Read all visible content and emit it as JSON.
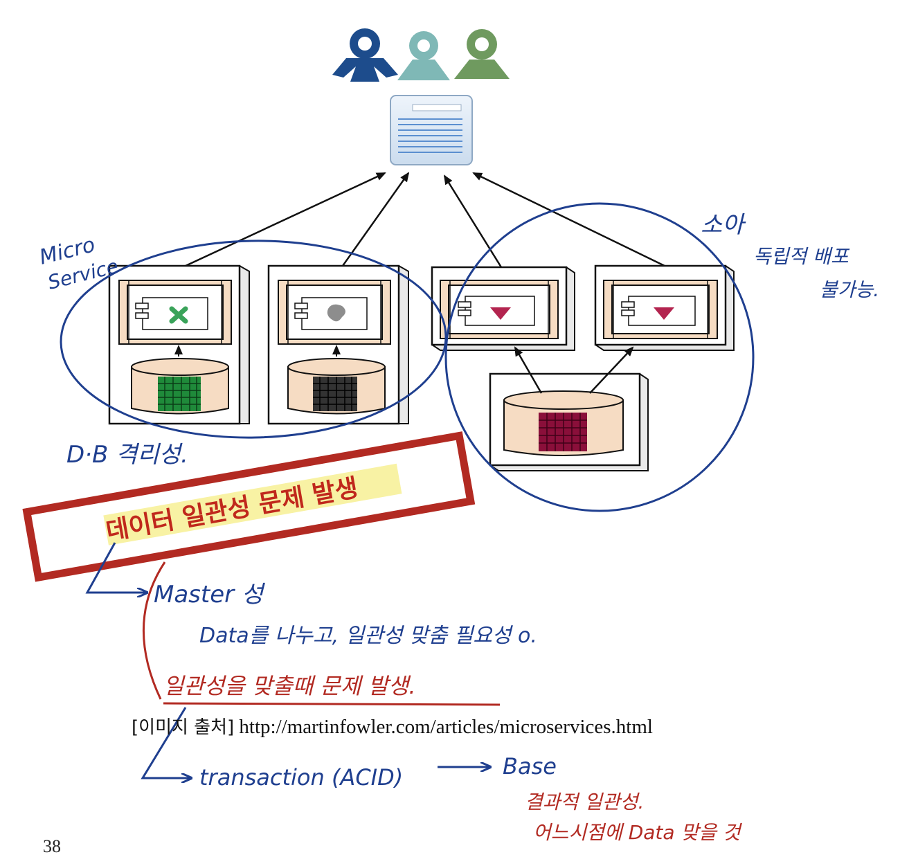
{
  "diagram": {
    "colors": {
      "annotation_blue": "#1f3f8f",
      "annotation_red": "#b22a22",
      "highlight": "#f7f19a",
      "db_fill": "#f6dcc3",
      "db_grid_green": "#1f8a3a",
      "db_grid_black": "#333333",
      "db_grid_red": "#8a0f3a",
      "user_dark_blue": "#1d4c8c",
      "user_teal": "#7fb8b6",
      "user_green": "#6f9a5f"
    },
    "icons": [
      "user-icon",
      "user-icon",
      "user-icon",
      "browser-window-icon",
      "component-icon",
      "database-icon"
    ]
  },
  "annotations": {
    "micro_line1": "Micro",
    "micro_line2": "Service",
    "soa": "소아",
    "soa_note_line1": "독립적 배포",
    "soa_note_line2": "불가능.",
    "db_isolation": "D·B 격리성.",
    "consistency_box": "데이터 일관성 문제 발생",
    "master": "Master 성",
    "master_note": "Data를 나누고, 일관성 맞춤 필요성 o.",
    "consistency_issue": "일관성을 맞출때 문제 발생.",
    "transaction": "transaction (ACID)",
    "base": "Base",
    "eventual": "결과적 일관성.",
    "eventual_note": "어느시점에 Data 맞을 것"
  },
  "caption": {
    "source_label": "[이미지 출처]",
    "source_url": "http://martinfowler.com/articles/microservices.html"
  },
  "page": {
    "number": "38"
  }
}
